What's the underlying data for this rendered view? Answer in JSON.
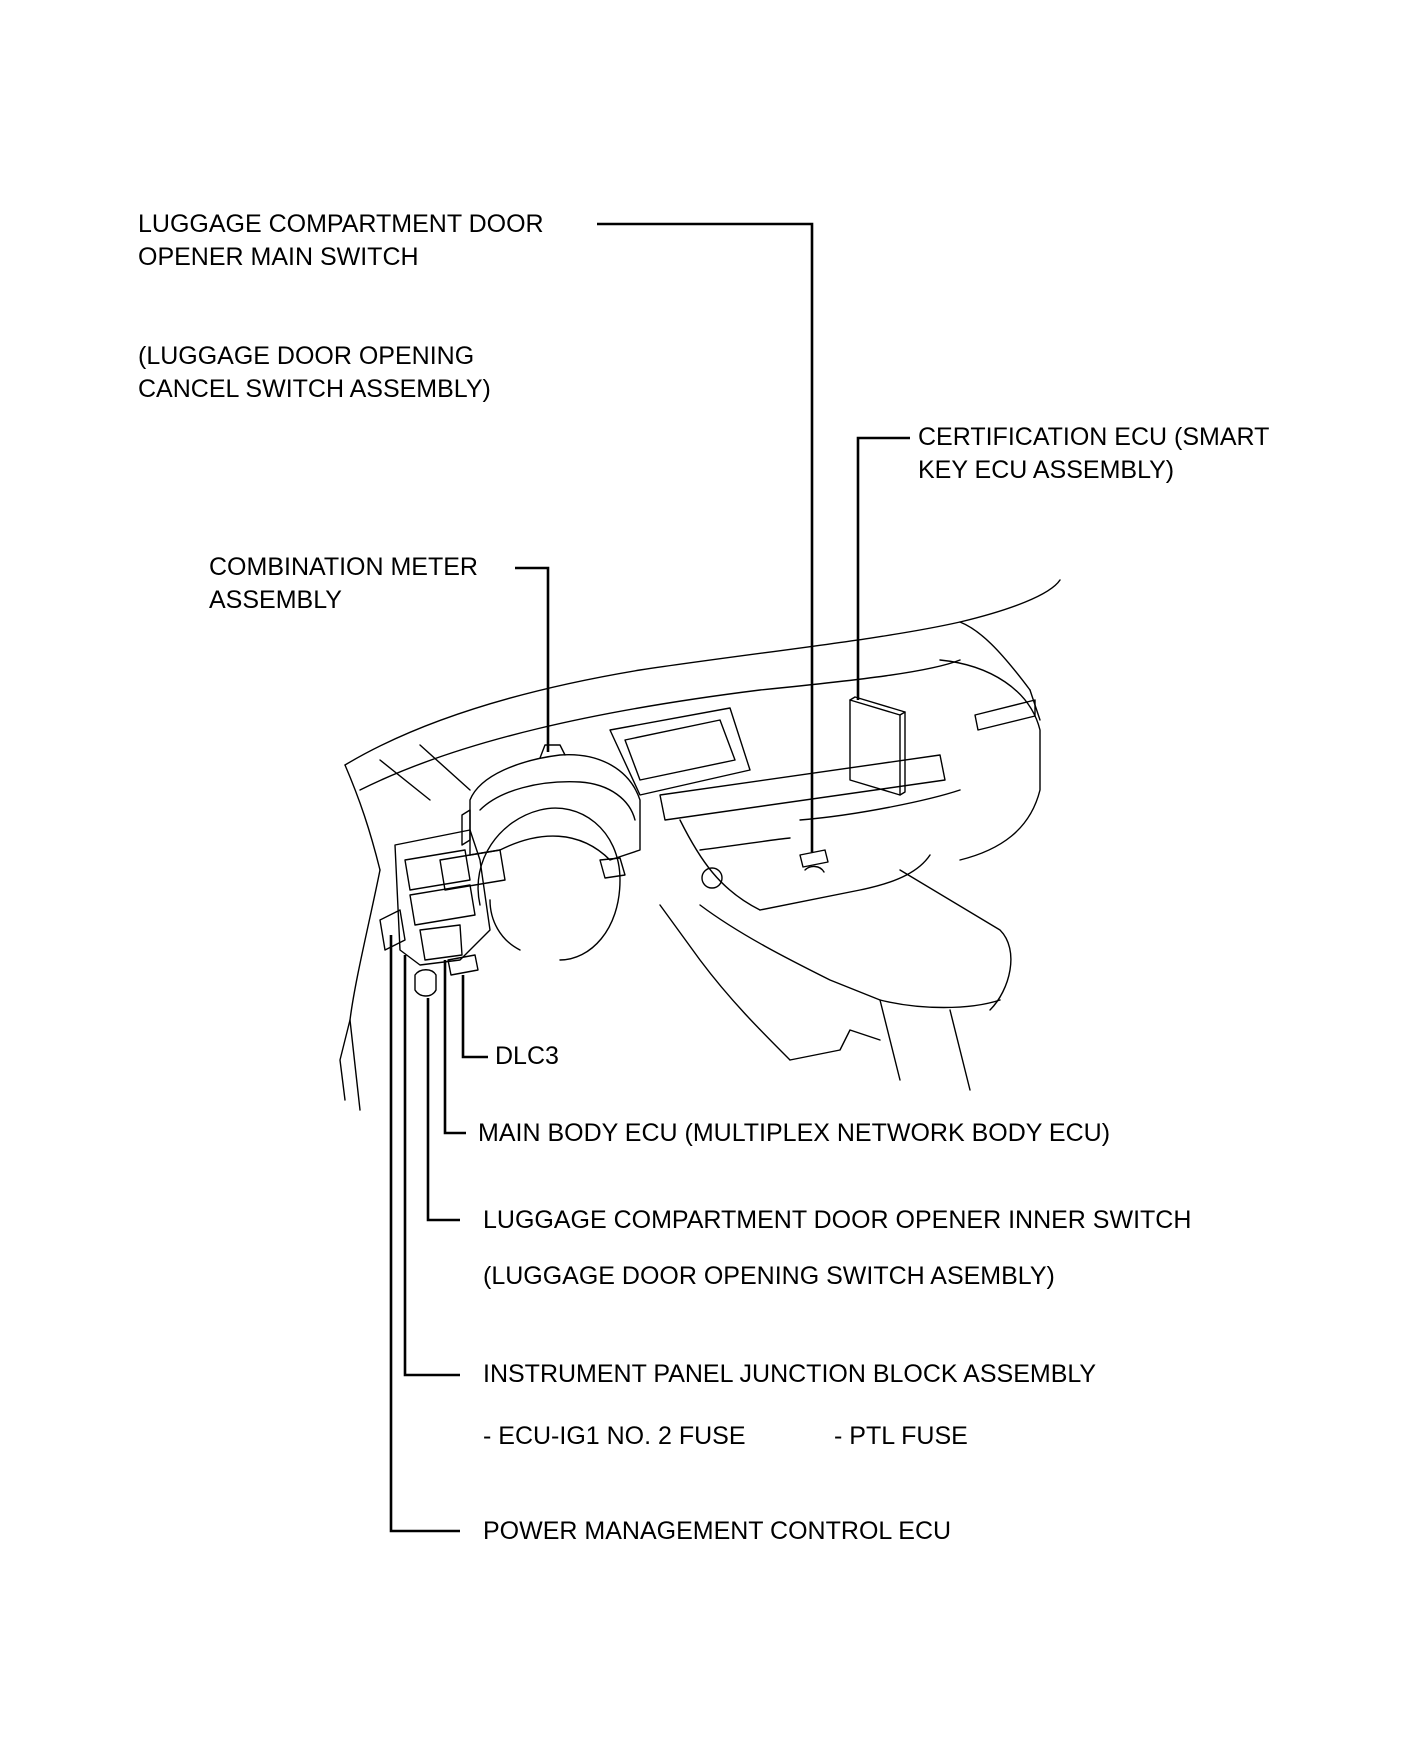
{
  "labels": {
    "luggage_main_switch": {
      "line1": "LUGGAGE COMPARTMENT DOOR",
      "line2": "OPENER MAIN SWITCH"
    },
    "luggage_cancel_switch": {
      "line1": "(LUGGAGE DOOR OPENING",
      "line2": "CANCEL SWITCH ASSEMBLY)"
    },
    "certification_ecu": {
      "line1": "CERTIFICATION ECU (SMART",
      "line2": "KEY ECU ASSEMBLY)"
    },
    "combination_meter": {
      "line1": "COMBINATION METER",
      "line2": "ASSEMBLY"
    },
    "dlc3": "DLC3",
    "main_body_ecu": "MAIN BODY ECU (MULTIPLEX NETWORK BODY ECU)",
    "luggage_inner_switch": "LUGGAGE COMPARTMENT DOOR OPENER INNER SWITCH",
    "luggage_opening_switch": "(LUGGAGE DOOR OPENING SWITCH ASEMBLY)",
    "junction_block": "INSTRUMENT PANEL JUNCTION BLOCK ASSEMBLY",
    "fuse_ecu_ig1": "- ECU-IG1 NO. 2 FUSE",
    "fuse_ptl": "- PTL FUSE",
    "power_management_ecu": "POWER MANAGEMENT CONTROL ECU"
  }
}
